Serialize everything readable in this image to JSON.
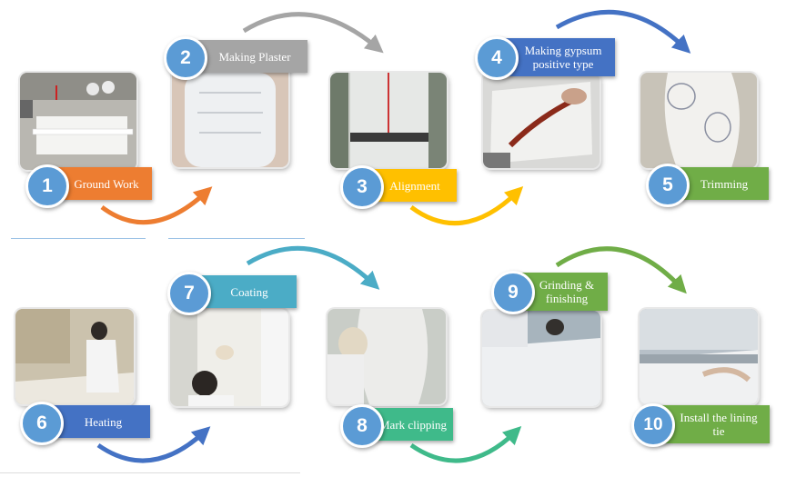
{
  "steps": [
    {
      "number": "1",
      "label": "Ground Work",
      "color": "#ed7d31",
      "photo": "ground-work-photo"
    },
    {
      "number": "2",
      "label": "Making Plaster",
      "color": "#a5a5a5",
      "photo": "making-plaster-photo"
    },
    {
      "number": "3",
      "label": "Alignment",
      "color": "#ffc000",
      "photo": "alignment-photo"
    },
    {
      "number": "4",
      "label": "Making gypsum positive type",
      "color": "#4472c4",
      "photo": "gypsum-positive-photo"
    },
    {
      "number": "5",
      "label": "Trimming",
      "color": "#70ad47",
      "photo": "trimming-photo"
    },
    {
      "number": "6",
      "label": "Heating",
      "color": "#4472c4",
      "photo": "heating-photo"
    },
    {
      "number": "7",
      "label": "Coating",
      "color": "#4bacc6",
      "photo": "coating-photo"
    },
    {
      "number": "8",
      "label": "Mark clipping",
      "color": "#3fba8a",
      "photo": "mark-clipping-photo"
    },
    {
      "number": "9",
      "label": "Grinding & finishing",
      "color": "#70ad47",
      "photo": "grinding-photo"
    },
    {
      "number": "10",
      "label": "Install the lining tie",
      "color": "#70ad47",
      "photo": "lining-tie-photo"
    }
  ],
  "colors": {
    "badge": "#5b9bd5",
    "rule": "#9dc3e6"
  }
}
